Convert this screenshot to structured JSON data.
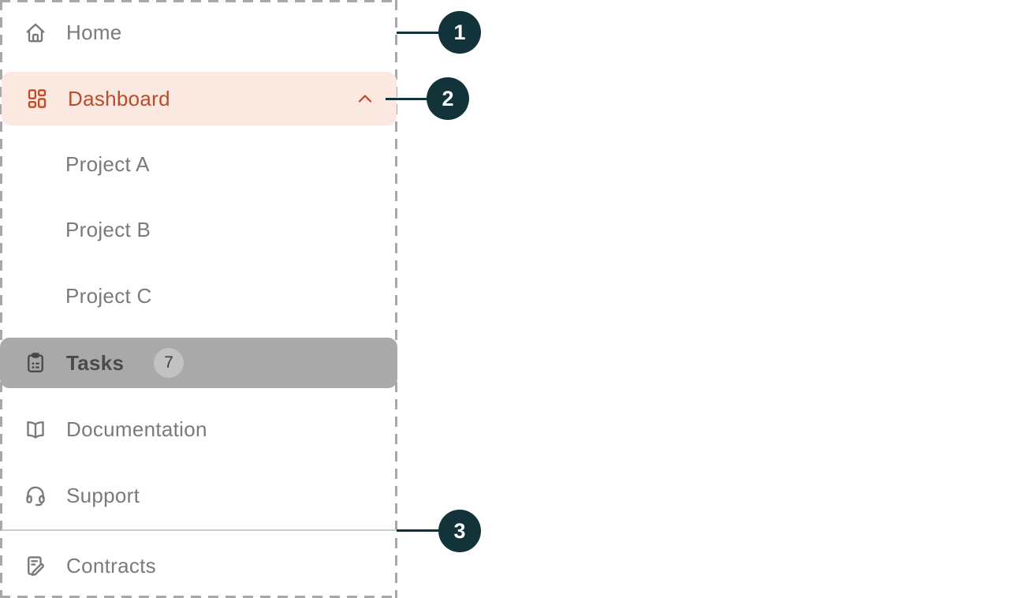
{
  "sidebar": {
    "items": [
      {
        "label": "Home",
        "icon": "home"
      },
      {
        "label": "Dashboard",
        "icon": "layout-dashboard",
        "state": "active",
        "expanded": true
      },
      {
        "label": "Project A",
        "type": "sub-item"
      },
      {
        "label": "Project B",
        "type": "sub-item"
      },
      {
        "label": "Project C",
        "type": "sub-item"
      },
      {
        "label": "Tasks",
        "icon": "clipboard-list",
        "badge": "7",
        "state": "pressed"
      },
      {
        "label": "Documentation",
        "icon": "book-open"
      },
      {
        "label": "Support",
        "icon": "headset"
      },
      {
        "label": "Contracts",
        "icon": "contract-signature",
        "below_divider": true
      }
    ]
  },
  "callouts": [
    {
      "number": "1",
      "points_to": "nav-item"
    },
    {
      "number": "2",
      "points_to": "expand-chevron"
    },
    {
      "number": "3",
      "points_to": "divider"
    }
  ],
  "colors": {
    "accent": "#bc4b26",
    "accent_soft_bg": "#fbe9e1",
    "pressed_bg": "#a9a9a9",
    "pressed_text": "#4a4a4a",
    "item_text": "#7a7a7a",
    "badge_bg": "#c2c2c2",
    "callout_bg": "#12333a",
    "outline_dash": "#a8a8a8",
    "divider": "#c9cdcd"
  }
}
